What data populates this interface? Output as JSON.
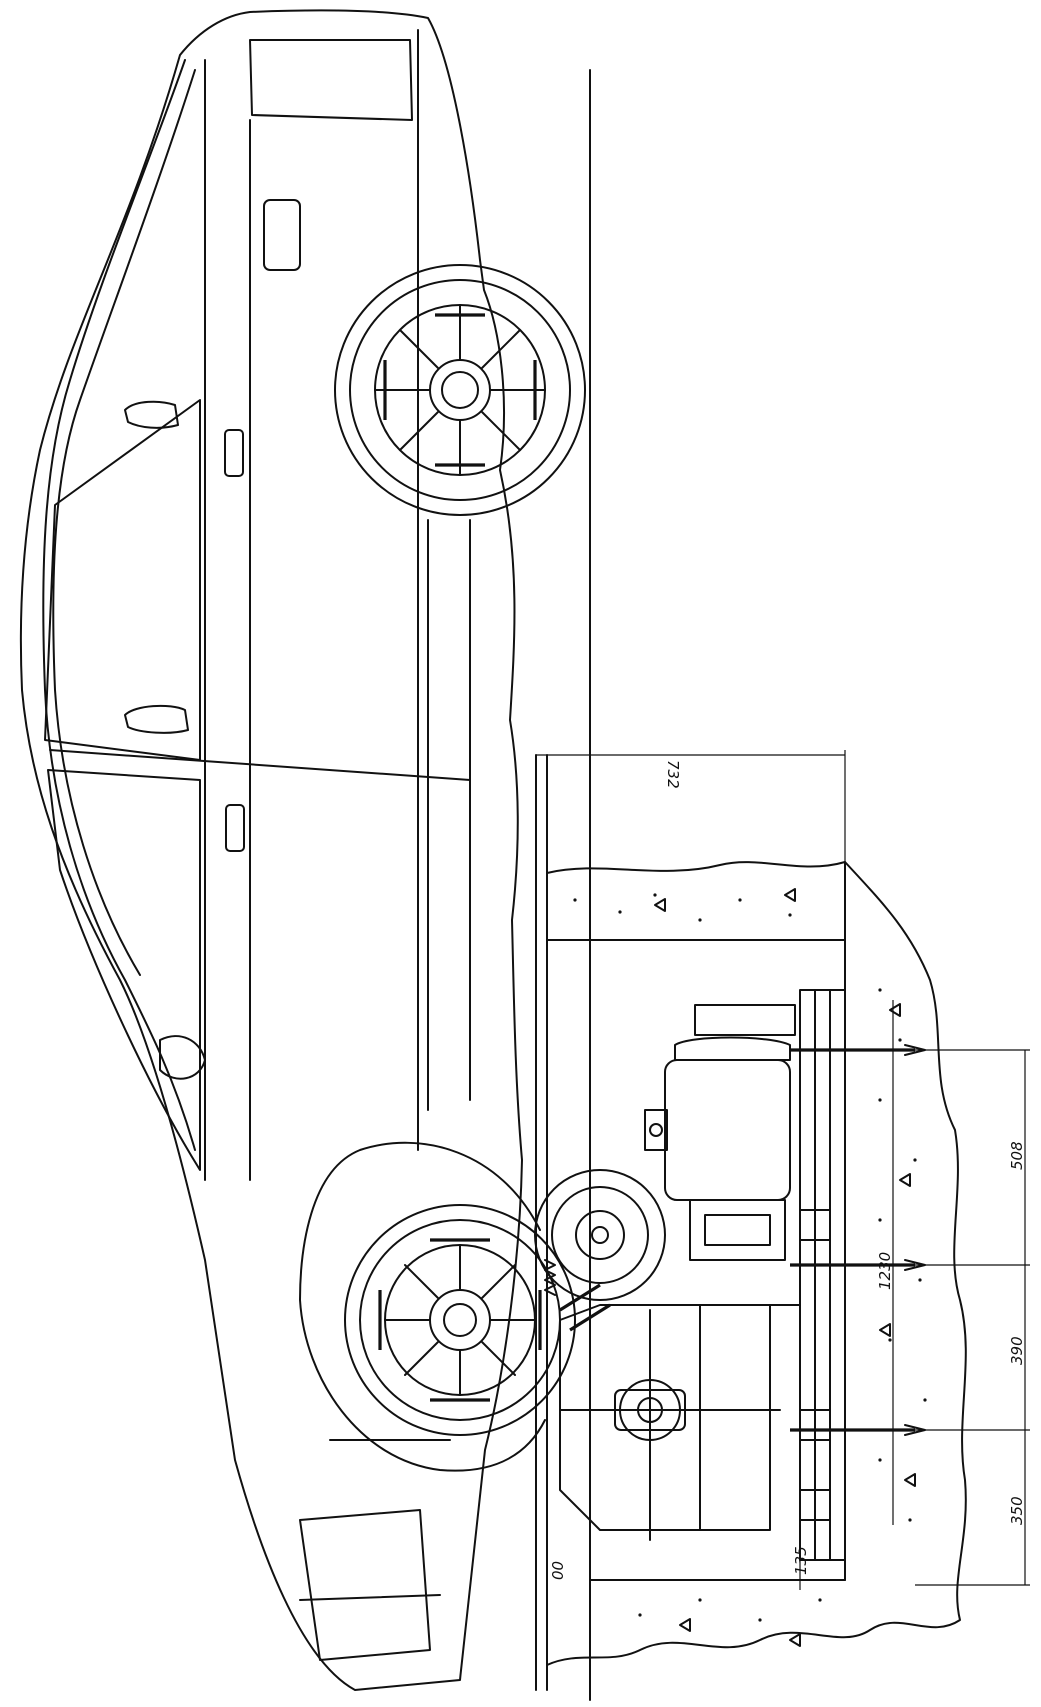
{
  "drawing": {
    "dimensions": {
      "d732": "732",
      "d1230": "1230",
      "d508": "508",
      "d390": "390",
      "d350": "350",
      "d135": "135",
      "d00": "00"
    }
  }
}
